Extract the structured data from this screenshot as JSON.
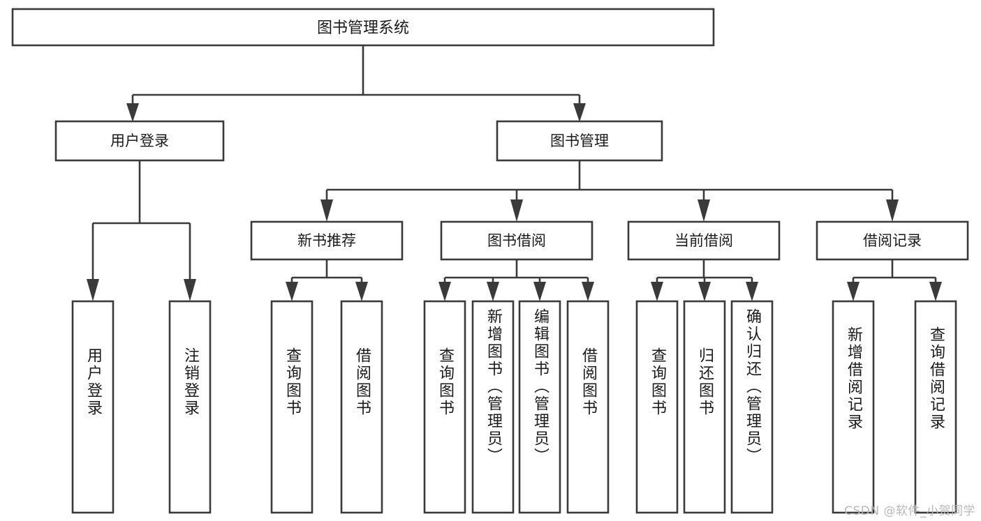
{
  "diagram": {
    "title": "图书管理系统",
    "type": "hierarchy-tree",
    "orientation": "top-down",
    "colors": {
      "box_stroke": "#3a3a3a",
      "box_fill": "#ffffff",
      "connector": "#3a3a3a",
      "text": "#1a1a1a",
      "background": "#ffffff",
      "watermark": "#b8b8b8"
    },
    "root": {
      "label": "图书管理系统"
    },
    "level2": [
      {
        "label": "用户登录"
      },
      {
        "label": "图书管理"
      }
    ],
    "level3": [
      {
        "label": "新书推荐"
      },
      {
        "label": "图书借阅"
      },
      {
        "label": "当前借阅"
      },
      {
        "label": "借阅记录"
      }
    ],
    "leaves": {
      "user_login": [
        {
          "label": "用户登录"
        },
        {
          "label": "注销登录"
        }
      ],
      "new_book_recommend": [
        {
          "label": "查询图书"
        },
        {
          "label": "借阅图书"
        }
      ],
      "book_borrow": [
        {
          "label": "查询图书"
        },
        {
          "label": "新增图书（管理员）"
        },
        {
          "label": "编辑图书（管理员）"
        },
        {
          "label": "借阅图书"
        }
      ],
      "current_borrow": [
        {
          "label": "查询图书"
        },
        {
          "label": "归还图书"
        },
        {
          "label": "确认归还（管理员）"
        }
      ],
      "borrow_record": [
        {
          "label": "新增借阅记录"
        },
        {
          "label": "查询借阅记录"
        }
      ]
    }
  },
  "watermark": {
    "text": "CSDN @软件_小贺同学"
  }
}
